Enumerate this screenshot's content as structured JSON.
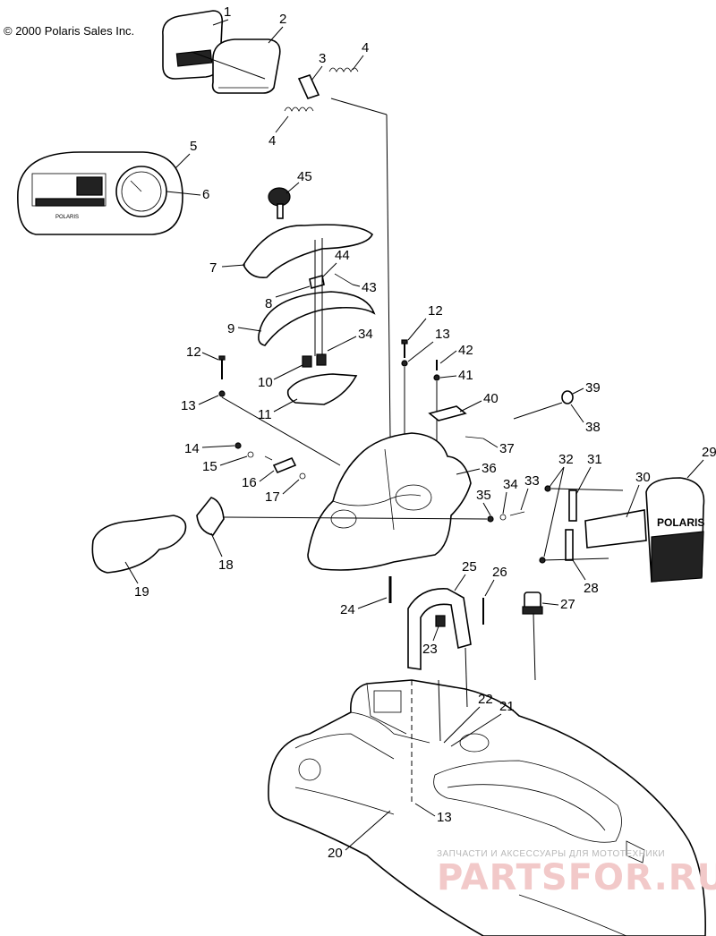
{
  "copyright": "© 2000 Polaris Sales Inc.",
  "callouts": [
    "1",
    "2",
    "3",
    "4",
    "4",
    "5",
    "6",
    "45",
    "7",
    "44",
    "8",
    "43",
    "9",
    "34",
    "12",
    "13",
    "42",
    "41",
    "40",
    "10",
    "11",
    "39",
    "38",
    "12",
    "13",
    "14",
    "15",
    "16",
    "17",
    "37",
    "36",
    "32",
    "31",
    "30",
    "29",
    "35",
    "34",
    "33",
    "18",
    "19",
    "25",
    "26",
    "28",
    "24",
    "27",
    "23",
    "22",
    "21",
    "13",
    "20"
  ],
  "decal_text": "POLARIS",
  "watermark": {
    "small": "ЗАПЧАСТИ И АКСЕССУАРЫ ДЛЯ МОТОТЕХНИКИ",
    "big": "PARTSFOR.RU"
  }
}
